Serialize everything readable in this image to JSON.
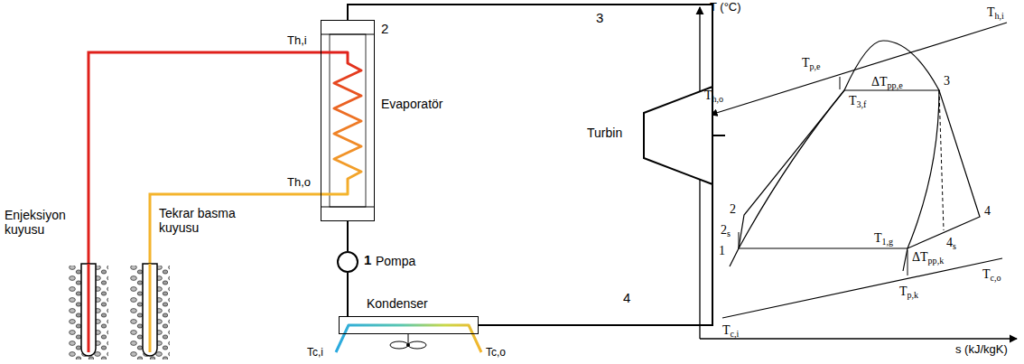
{
  "diagram": {
    "nodes": [
      {
        "text": [
          "Evaporatör"
        ]
      },
      {
        "text": [
          "Turbin"
        ]
      },
      {
        "text": [
          "Kondenser"
        ]
      },
      {
        "text": [
          "Pompa"
        ]
      },
      {
        "text": [
          "Enjeksiyon kuyusu"
        ]
      },
      {
        "text": [
          "Tekrar basma kuyusu"
        ]
      }
    ],
    "edges": [
      {
        "from": 0,
        "to": 1,
        "arrow": "none"
      },
      {
        "from": 1,
        "to": 2,
        "arrow": "none"
      },
      {
        "from": 2,
        "to": 3,
        "arrow": "none"
      },
      {
        "from": 3,
        "to": 0,
        "arrow": "none"
      },
      {
        "from": 4,
        "to": 0,
        "arrow": "none"
      },
      {
        "from": 0,
        "to": 5,
        "arrow": "none"
      }
    ],
    "labels": [
      "Th,i",
      "Th,o",
      "2",
      "3",
      "4",
      "1",
      "Tc,i",
      "Tc,o",
      "T (°C)",
      "s (kJ/kgK)",
      "Th,i",
      "Tp,e",
      "ΔTpp,e",
      "T3,f",
      "Th,o",
      "3",
      "2",
      "2s",
      "1",
      "T1,g",
      "ΔTpp,k",
      "Tp,k",
      "4s",
      "4",
      "Tc,o",
      "Tc,i"
    ]
  }
}
